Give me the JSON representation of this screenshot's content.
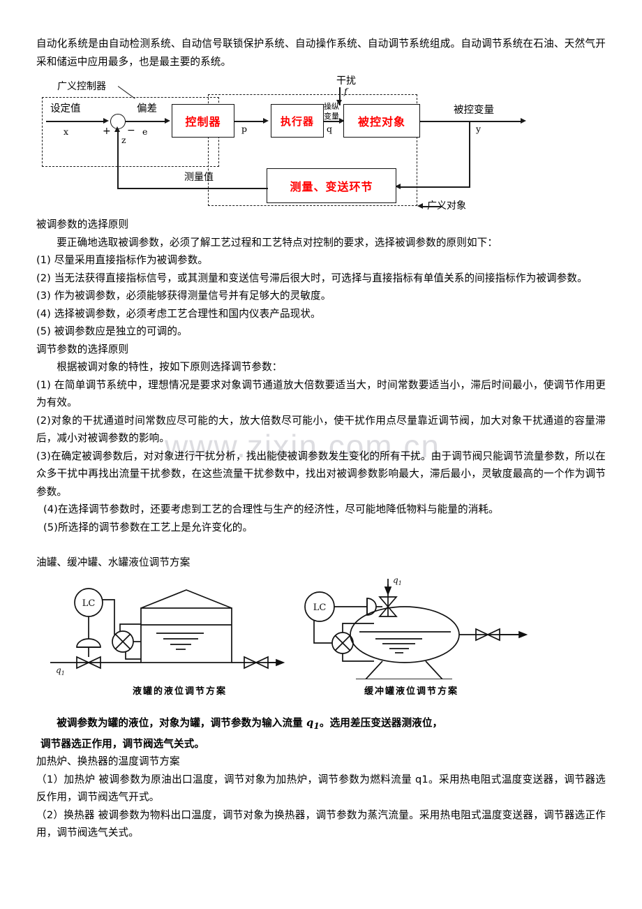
{
  "watermark": "www.zixin.com.cn",
  "intro": {
    "paragraph": "自动化系统是由自动检测系统、自动信号联锁保护系统、自动操作系统、自动调节系统组成。自动调节系统在石油、天然气开采和储运中应用最多，也是最主要的系统。"
  },
  "block_diagram": {
    "dashed_labels": {
      "generalized_controller": "广义控制器",
      "generalized_object": "广义对象"
    },
    "blocks": [
      {
        "name": "controller",
        "label": "控制器"
      },
      {
        "name": "actuator",
        "label": "执行器"
      },
      {
        "name": "controlled-object",
        "label": "被控对象"
      },
      {
        "name": "measure-transmit",
        "label": "测量、变送环节"
      }
    ],
    "signals": {
      "setpoint": "设定值",
      "setpoint_var": "x",
      "deviation": "偏差",
      "deviation_var": "e",
      "feedback_var": "z",
      "plus": "+",
      "minus": "−",
      "controller_out_var": "p",
      "manipulated_line1": "操纵",
      "manipulated_line2": "变量",
      "manipulated_var": "q",
      "disturbance": "干扰",
      "disturbance_var": "f",
      "controlled_variable": "被控变量",
      "controlled_variable_var": "y",
      "measured_value": "测量值"
    },
    "accent_color": "#ff0000"
  },
  "section_controlled_param": {
    "heading": "被调参数的选择原则",
    "lead": "要正确地选取被调参数，必须了解工艺过程和工艺特点对控制的要求，选择被调参数的原则如下：",
    "items": [
      "(1)  尽量采用直接指标作为被调参数。",
      "(2)  当无法获得直接指标信号，或其测量和变送信号滞后很大时，可选择与直接指标有单值关系的间接指标作为被调参数。",
      "(3)  作为被调参数，必须能够获得测量信号并有足够大的灵敏度。",
      "(4)  选择被调参数，必须考虑工艺合理性和国内仪表产品现状。",
      "(5)  被调参数应是独立的可调的。"
    ]
  },
  "section_adjust_param": {
    "heading": "调节参数的选择原则",
    "lead": "根据被调对象的特性，按如下原则选择调节参数：",
    "items": [
      "(1)  在简单调节系统中，理想情况是要求对象调节通道放大倍数要适当大，时间常数要适当小，滞后时间最小，使调节作用更为有效。",
      "(2)对象的干扰通道时间常数应尽可能的大，放大倍数尽可能小，使干扰作用点尽量靠近调节阀，加大对象干扰通道的容量滞后，减小对被调参数的影响。",
      "(3)在确定被调参数后，对对象进行干扰分析，找出能使被调参数发生变化的所有干扰。由于调节阀只能调节流量参数，所以在众多干扰中再找出流量干扰参数，在这些流量干扰参数中，找出对被调参数影响最大，滞后最小，灵敏度最高的一个作为调节参数。",
      "(4)在选择调节参数时，还要考虑到工艺的合理性与生产的经济性，尽可能地降低物料与能量的消耗。",
      "(5)所选择的调节参数在工艺上是允许变化的。"
    ]
  },
  "section_tank": {
    "heading": "油罐、缓冲罐、水罐液位调节方案",
    "figures": [
      {
        "name": "storage-tank",
        "caption": "液罐的液位调节方案",
        "controller_tag": "LC",
        "inlet_label": "q",
        "inlet_sub": "1"
      },
      {
        "name": "buffer-tank",
        "caption": "缓冲罐液位调节方案",
        "controller_tag": "LC",
        "inlet_label": "q",
        "inlet_sub": "1"
      }
    ],
    "note_line1": "被调参数为罐的液位，对象为罐，调节参数为输入流量",
    "note_var": "q",
    "note_var_sub": "1",
    "note_line1_tail": "。选用差压变送器测液位，",
    "note_line2": "调节器选正作用，调节阀选气关式。"
  },
  "section_heater": {
    "heading": "加热炉、换热器的温度调节方案",
    "items": [
      "（1）加热炉  被调参数为原油出口温度，调节对象为加热炉，调节参数为燃料流量 q1。采用热电阻式温度变送器，调节器选反作用，调节阀选气开式。",
      "（2）换热器   被调参数为物料出口温度，调节对象为换热器，调节参数为蒸汽流量。采用热电阻式温度变送器，调节器选正作用，调节阀选气关式。"
    ]
  }
}
